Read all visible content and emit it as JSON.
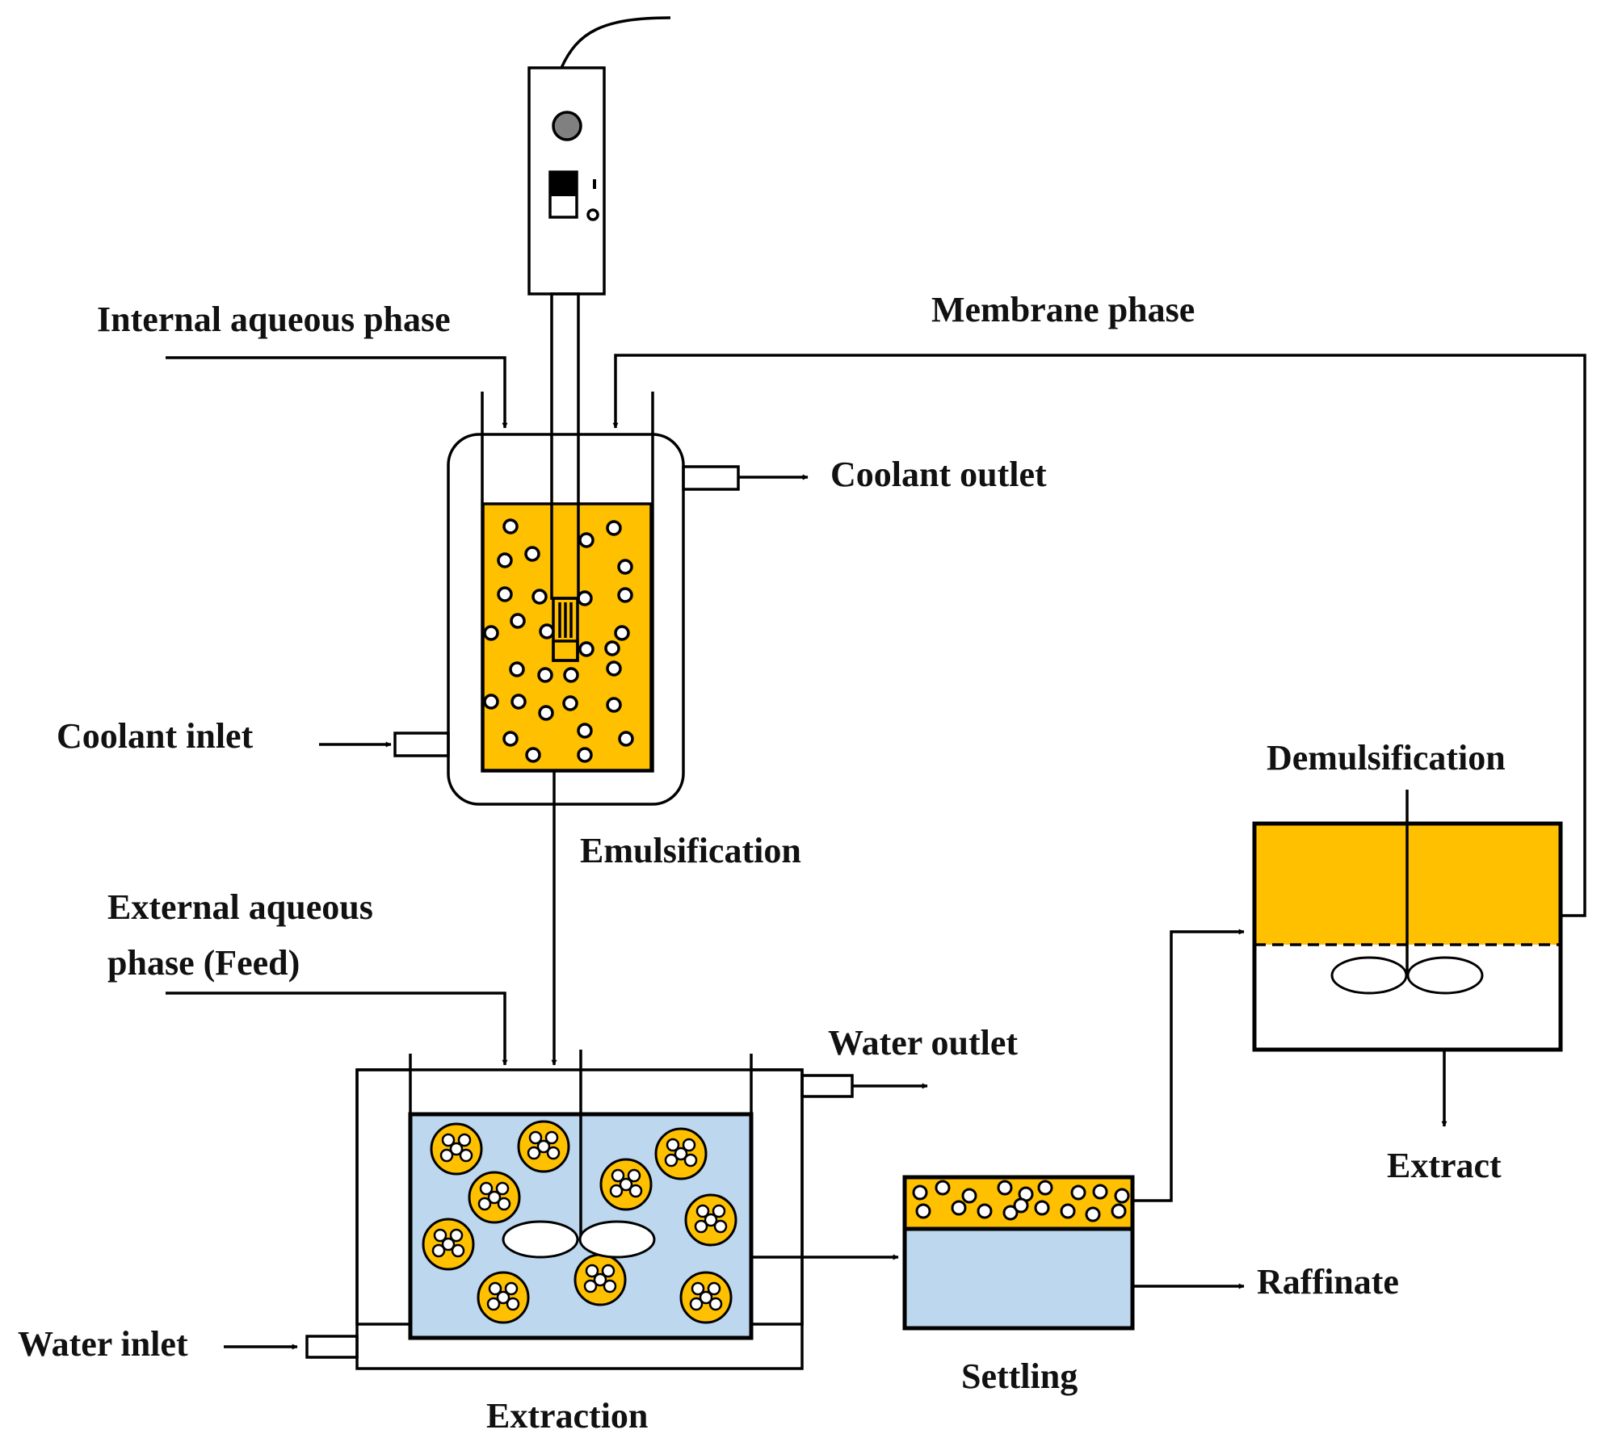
{
  "labels": {
    "internal_aqueous_phase": "Internal aqueous phase",
    "membrane_phase": "Membrane phase",
    "coolant_outlet": "Coolant outlet",
    "coolant_inlet": "Coolant inlet",
    "emulsification": "Emulsification",
    "external_aqueous_phase_line1": "External aqueous",
    "external_aqueous_phase_line2": "phase (Feed)",
    "water_outlet": "Water outlet",
    "water_inlet": "Water inlet",
    "extraction": "Extraction",
    "settling": "Settling",
    "raffinate": "Raffinate",
    "demulsification": "Demulsification",
    "extract": "Extract"
  },
  "colors": {
    "emulsion": "#FFC000",
    "water": "#BDD7EE",
    "line": "#000000",
    "knob": "#808080"
  }
}
